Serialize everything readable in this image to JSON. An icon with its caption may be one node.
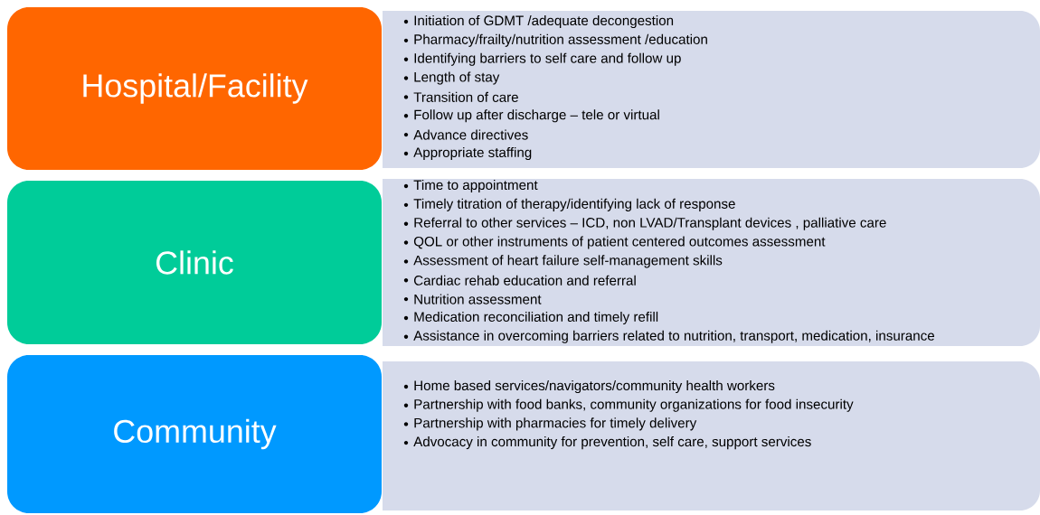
{
  "diagram": {
    "nodes": [
      {
        "text": [
          "Hospital/Facility"
        ]
      },
      {
        "text": [
          "Clinic"
        ]
      },
      {
        "text": [
          "Community"
        ]
      },
      {
        "text": [
          "Initiation of GDMT /adequate decongestion",
          "Pharmacy/frailty/nutrition  assessment /education",
          "Identifying barriers to self care and follow up",
          "Length of stay",
          "Transition of care",
          "Follow up after discharge – tele or virtual",
          "Advance directives",
          "Appropriate staffing"
        ]
      },
      {
        "text": [
          "Time to appointment",
          "Timely titration  of therapy/identifying lack of response",
          "Referral to other services – ICD, non LVAD/Transplant devices , palliative care",
          "QOL or other instruments of patient centered outcomes assessment",
          "Assessment of heart failure self-management skills",
          "Cardiac rehab education and referral",
          "Nutrition assessment",
          "Medication reconciliation and timely refill",
          "Assistance in overcoming barriers  related to nutrition, transport, medication, insurance"
        ]
      },
      {
        "text": [
          "Home based services/navigators/community health workers",
          "Partnership with food banks, community organizations for food insecurity",
          "Partnership with pharmacies for timely delivery",
          "Advocacy in community for prevention, self care, support services"
        ]
      }
    ]
  }
}
